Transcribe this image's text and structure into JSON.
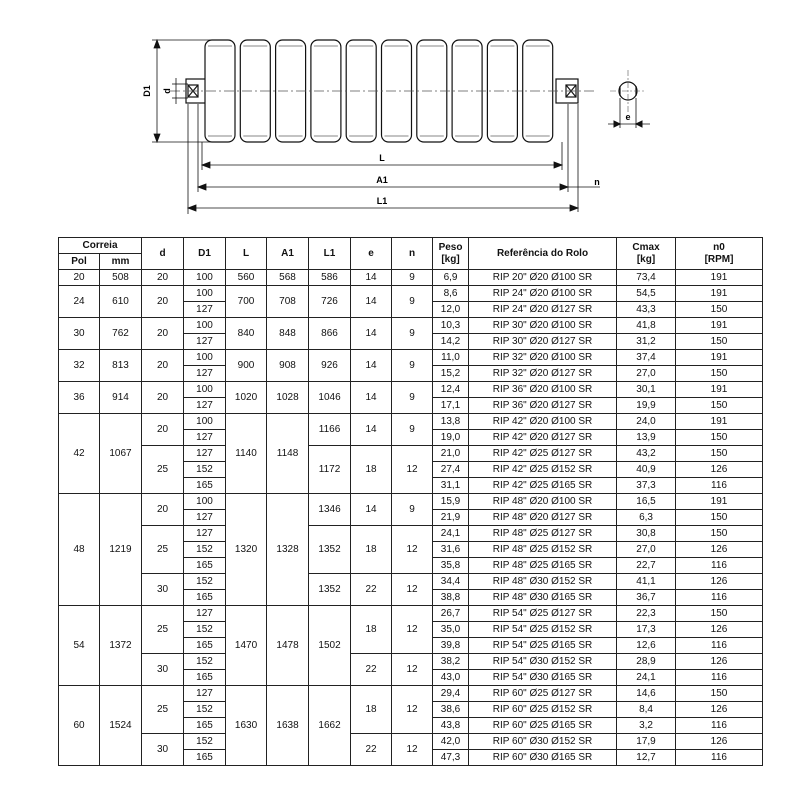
{
  "drawing": {
    "labels": {
      "D1": "D1",
      "d": "d",
      "L": "L",
      "A1": "A1",
      "L1": "L1",
      "n": "n",
      "e": "e"
    }
  },
  "table": {
    "headers": {
      "correia": "Correia",
      "pol": "Pol",
      "mm": "mm",
      "d": "d",
      "D1": "D1",
      "L": "L",
      "A1": "A1",
      "L1": "L1",
      "e": "e",
      "n": "n",
      "peso_l1": "Peso",
      "peso_l2": "[kg]",
      "ref": "Referência do Rolo",
      "cmax_l1": "Cmax",
      "cmax_l2": "[kg]",
      "n0_l1": "n0",
      "n0_l2": "[RPM]"
    },
    "rows": [
      {
        "pol": "20",
        "mm": "508",
        "d": "20",
        "D1": "100",
        "L": "560",
        "A1": "568",
        "L1": "586",
        "e": "14",
        "n": "9",
        "peso": "6,9",
        "ref": "RIP 20\" Ø20 Ø100 SR",
        "cmax": "73,4",
        "n0": "191"
      },
      {
        "pol": "24",
        "mm": "610",
        "d": "20",
        "D1": "100",
        "L": "700",
        "A1": "708",
        "L1": "726",
        "e": "14",
        "n": "9",
        "peso": "8,6",
        "ref": "RIP 24\" Ø20 Ø100 SR",
        "cmax": "54,5",
        "n0": "191"
      },
      {
        "D1": "127",
        "peso": "12,0",
        "ref": "RIP 24\" Ø20 Ø127 SR",
        "cmax": "43,3",
        "n0": "150"
      },
      {
        "pol": "30",
        "mm": "762",
        "d": "20",
        "D1": "100",
        "L": "840",
        "A1": "848",
        "L1": "866",
        "e": "14",
        "n": "9",
        "peso": "10,3",
        "ref": "RIP 30\" Ø20 Ø100 SR",
        "cmax": "41,8",
        "n0": "191"
      },
      {
        "D1": "127",
        "peso": "14,2",
        "ref": "RIP 30\" Ø20 Ø127 SR",
        "cmax": "31,2",
        "n0": "150"
      },
      {
        "pol": "32",
        "mm": "813",
        "d": "20",
        "D1": "100",
        "L": "900",
        "A1": "908",
        "L1": "926",
        "e": "14",
        "n": "9",
        "peso": "11,0",
        "ref": "RIP 32\" Ø20 Ø100 SR",
        "cmax": "37,4",
        "n0": "191"
      },
      {
        "D1": "127",
        "peso": "15,2",
        "ref": "RIP 32\" Ø20 Ø127 SR",
        "cmax": "27,0",
        "n0": "150"
      },
      {
        "pol": "36",
        "mm": "914",
        "d": "20",
        "D1": "100",
        "L": "1020",
        "A1": "1028",
        "L1": "1046",
        "e": "14",
        "n": "9",
        "peso": "12,4",
        "ref": "RIP 36\" Ø20 Ø100 SR",
        "cmax": "30,1",
        "n0": "191"
      },
      {
        "D1": "127",
        "peso": "17,1",
        "ref": "RIP 36\" Ø20 Ø127 SR",
        "cmax": "19,9",
        "n0": "150"
      },
      {
        "pol": "42",
        "mm": "1067",
        "d": "20",
        "D1": "100",
        "L": "1140",
        "A1": "1148",
        "L1": "1166",
        "e": "14",
        "n": "9",
        "peso": "13,8",
        "ref": "RIP 42\" Ø20 Ø100 SR",
        "cmax": "24,0",
        "n0": "191"
      },
      {
        "D1": "127",
        "peso": "19,0",
        "ref": "RIP 42\" Ø20 Ø127 SR",
        "cmax": "13,9",
        "n0": "150"
      },
      {
        "d": "25",
        "D1": "127",
        "L1": "1172",
        "e": "18",
        "n": "12",
        "peso": "21,0",
        "ref": "RIP 42\" Ø25 Ø127 SR",
        "cmax": "43,2",
        "n0": "150"
      },
      {
        "D1": "152",
        "peso": "27,4",
        "ref": "RIP 42\" Ø25 Ø152 SR",
        "cmax": "40,9",
        "n0": "126"
      },
      {
        "D1": "165",
        "peso": "31,1",
        "ref": "RIP 42\" Ø25 Ø165 SR",
        "cmax": "37,3",
        "n0": "116"
      },
      {
        "pol": "48",
        "mm": "1219",
        "d": "20",
        "D1": "100",
        "L": "1320",
        "A1": "1328",
        "L1": "1346",
        "e": "14",
        "n": "9",
        "peso": "15,9",
        "ref": "RIP 48\" Ø20 Ø100 SR",
        "cmax": "16,5",
        "n0": "191"
      },
      {
        "D1": "127",
        "peso": "21,9",
        "ref": "RIP 48\" Ø20 Ø127 SR",
        "cmax": "6,3",
        "n0": "150"
      },
      {
        "d": "25",
        "D1": "127",
        "L1": "1352",
        "e": "18",
        "n": "12",
        "peso": "24,1",
        "ref": "RIP 48\" Ø25 Ø127 SR",
        "cmax": "30,8",
        "n0": "150"
      },
      {
        "D1": "152",
        "peso": "31,6",
        "ref": "RIP 48\" Ø25 Ø152 SR",
        "cmax": "27,0",
        "n0": "126"
      },
      {
        "D1": "165",
        "peso": "35,8",
        "ref": "RIP 48\" Ø25 Ø165 SR",
        "cmax": "22,7",
        "n0": "116"
      },
      {
        "d": "30",
        "D1": "152",
        "L1": "1352",
        "e": "22",
        "n": "12",
        "peso": "34,4",
        "ref": "RIP 48\" Ø30 Ø152 SR",
        "cmax": "41,1",
        "n0": "126"
      },
      {
        "D1": "165",
        "peso": "38,8",
        "ref": "RIP 48\" Ø30 Ø165 SR",
        "cmax": "36,7",
        "n0": "116"
      },
      {
        "pol": "54",
        "mm": "1372",
        "d": "25",
        "D1": "127",
        "L": "1470",
        "A1": "1478",
        "L1": "1502",
        "e": "18",
        "n": "12",
        "peso": "26,7",
        "ref": "RIP 54\" Ø25 Ø127 SR",
        "cmax": "22,3",
        "n0": "150"
      },
      {
        "D1": "152",
        "peso": "35,0",
        "ref": "RIP 54\" Ø25 Ø152 SR",
        "cmax": "17,3",
        "n0": "126"
      },
      {
        "D1": "165",
        "peso": "39,8",
        "ref": "RIP 54\" Ø25 Ø165 SR",
        "cmax": "12,6",
        "n0": "116"
      },
      {
        "d": "30",
        "D1": "152",
        "e": "22",
        "n": "12",
        "peso": "38,2",
        "ref": "RIP 54\" Ø30 Ø152 SR",
        "cmax": "28,9",
        "n0": "126"
      },
      {
        "D1": "165",
        "peso": "43,0",
        "ref": "RIP 54\" Ø30 Ø165 SR",
        "cmax": "24,1",
        "n0": "116"
      },
      {
        "pol": "60",
        "mm": "1524",
        "d": "25",
        "D1": "127",
        "L": "1630",
        "A1": "1638",
        "L1": "1662",
        "e": "18",
        "n": "12",
        "peso": "29,4",
        "ref": "RIP 60\" Ø25 Ø127 SR",
        "cmax": "14,6",
        "n0": "150"
      },
      {
        "D1": "152",
        "peso": "38,6",
        "ref": "RIP 60\" Ø25 Ø152 SR",
        "cmax": "8,4",
        "n0": "126"
      },
      {
        "D1": "165",
        "peso": "43,8",
        "ref": "RIP 60\" Ø25 Ø165 SR",
        "cmax": "3,2",
        "n0": "116"
      },
      {
        "d": "30",
        "D1": "152",
        "e": "22",
        "n": "12",
        "peso": "42,0",
        "ref": "RIP 60\" Ø30 Ø152 SR",
        "cmax": "17,9",
        "n0": "126"
      },
      {
        "D1": "165",
        "peso": "47,3",
        "ref": "RIP 60\" Ø30 Ø165 SR",
        "cmax": "12,7",
        "n0": "116"
      }
    ]
  }
}
